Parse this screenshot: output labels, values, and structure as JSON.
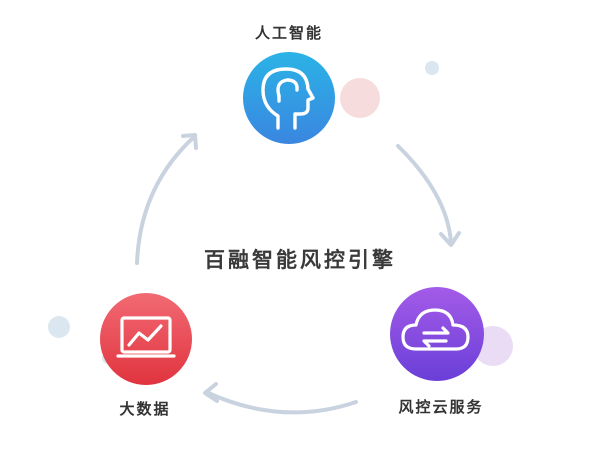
{
  "center_title": "百融智能风控引擎",
  "nodes": {
    "ai": {
      "label": "人工智能",
      "icon": "head-brain-icon",
      "color_top": "#2bb3e6",
      "color_bottom": "#3a86e0"
    },
    "cloud": {
      "label": "风控云服务",
      "icon": "cloud-exchange-icon",
      "color_top": "#a45be8",
      "color_bottom": "#6a3fd8"
    },
    "bigdata": {
      "label": "大数据",
      "icon": "monitor-chart-icon",
      "color_top": "#f26a73",
      "color_bottom": "#e0343f"
    }
  },
  "colors": {
    "arrow": "#c9d3df",
    "dot_blue": "#dbe7f0",
    "dot_pink": "#f6dcdc",
    "dot_purple": "#eadcf5"
  }
}
